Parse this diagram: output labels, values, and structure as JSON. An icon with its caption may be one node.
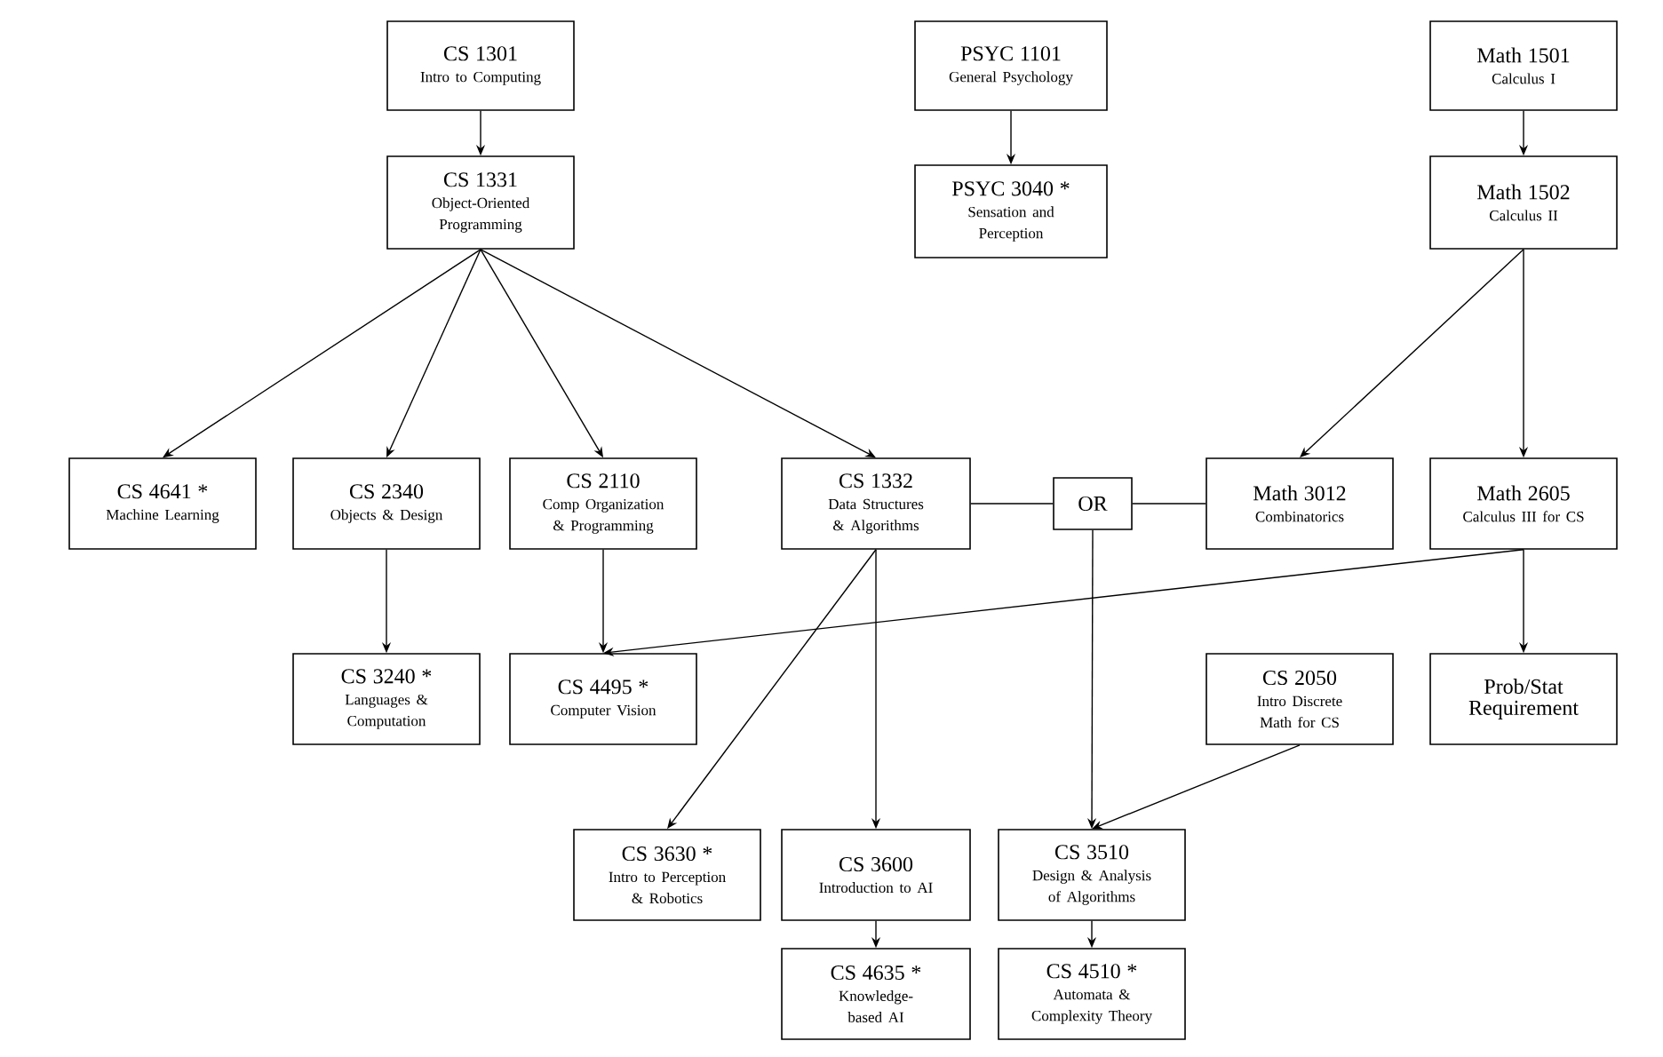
{
  "diagram": {
    "nodes": [
      {
        "text": [
          "CS 1301",
          "Intro to Computing"
        ]
      },
      {
        "text": [
          "PSYC 1101",
          "General Psychology"
        ]
      },
      {
        "text": [
          "Math 1501",
          "Calculus I"
        ]
      },
      {
        "text": [
          "CS 1331",
          "Object-Oriented Programming"
        ]
      },
      {
        "text": [
          "PSYC 3040 *",
          "Sensation and Perception"
        ]
      },
      {
        "text": [
          "Math 1502",
          "Calculus II"
        ]
      },
      {
        "text": [
          "CS 4641 *",
          "Machine Learning"
        ]
      },
      {
        "text": [
          "CS 2340",
          "Objects & Design"
        ]
      },
      {
        "text": [
          "CS 2110",
          "Comp Organization & Programming"
        ]
      },
      {
        "text": [
          "CS 1332",
          "Data Structures & Algorithms"
        ]
      },
      {
        "text": [
          "OR"
        ]
      },
      {
        "text": [
          "Math 3012",
          "Combinatorics"
        ]
      },
      {
        "text": [
          "Math 2605",
          "Calculus III for CS"
        ]
      },
      {
        "text": [
          "CS 3240 *",
          "Languages & Computation"
        ]
      },
      {
        "text": [
          "CS 4495 *",
          "Computer Vision"
        ]
      },
      {
        "text": [
          "CS 2050",
          "Intro Discrete Math for CS"
        ]
      },
      {
        "text": [
          "Prob/Stat Requirement"
        ]
      },
      {
        "text": [
          "CS 3630 *",
          "Intro to Perception & Robotics"
        ]
      },
      {
        "text": [
          "CS 3600",
          "Introduction to AI"
        ]
      },
      {
        "text": [
          "CS 3510",
          "Design & Analysis of Algorithms"
        ]
      },
      {
        "text": [
          "CS 4635 *",
          "Knowledge-based AI"
        ]
      },
      {
        "text": [
          "CS 4510 *",
          "Automata & Complexity Theory"
        ]
      }
    ],
    "edges": [
      {
        "from": 0,
        "to": 3,
        "arrow": "to"
      },
      {
        "from": 1,
        "to": 4,
        "arrow": "to"
      },
      {
        "from": 2,
        "to": 5,
        "arrow": "to"
      },
      {
        "from": 3,
        "to": 6,
        "arrow": "to"
      },
      {
        "from": 3,
        "to": 7,
        "arrow": "to"
      },
      {
        "from": 3,
        "to": 8,
        "arrow": "to"
      },
      {
        "from": 3,
        "to": 9,
        "arrow": "to"
      },
      {
        "from": 5,
        "to": 11,
        "arrow": "to"
      },
      {
        "from": 5,
        "to": 12,
        "arrow": "to"
      },
      {
        "from": 7,
        "to": 13,
        "arrow": "to"
      },
      {
        "from": 8,
        "to": 14,
        "arrow": "to"
      },
      {
        "from": 12,
        "to": 14,
        "arrow": "to"
      },
      {
        "from": 12,
        "to": 16,
        "arrow": "to"
      },
      {
        "from": 9,
        "to": 17,
        "arrow": "to"
      },
      {
        "from": 9,
        "to": 18,
        "arrow": "to"
      },
      {
        "from": 9,
        "to": 10,
        "arrow": "none"
      },
      {
        "from": 10,
        "to": 11,
        "arrow": "none"
      },
      {
        "from": 10,
        "to": 19,
        "arrow": "to"
      },
      {
        "from": 15,
        "to": 19,
        "arrow": "to"
      },
      {
        "from": 18,
        "to": 20,
        "arrow": "to"
      },
      {
        "from": 19,
        "to": 21,
        "arrow": "to"
      }
    ]
  }
}
